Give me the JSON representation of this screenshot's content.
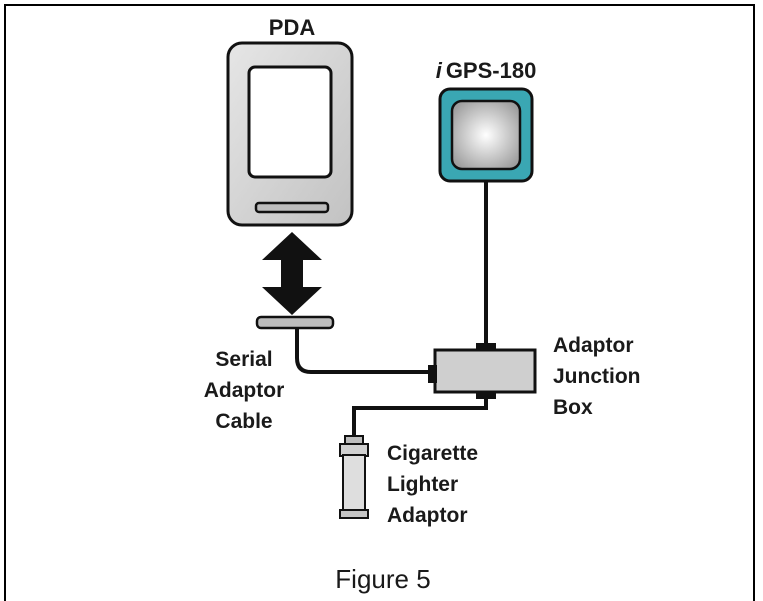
{
  "diagram": {
    "labels": {
      "pda": "PDA",
      "gps_prefix": "i",
      "gps_name": "GPS-180",
      "serial_line1": "Serial",
      "serial_line2": "Adaptor",
      "serial_line3": "Cable",
      "junction_line1": "Adaptor",
      "junction_line2": "Junction",
      "junction_line3": "Box",
      "lighter_line1": "Cigarette",
      "lighter_line2": "Lighter",
      "lighter_line3": "Adaptor"
    },
    "caption": "Figure 5",
    "colors": {
      "gps_body": "#3aa7b3",
      "device_gray": "#d6d6d6",
      "cable": "#111111"
    }
  }
}
